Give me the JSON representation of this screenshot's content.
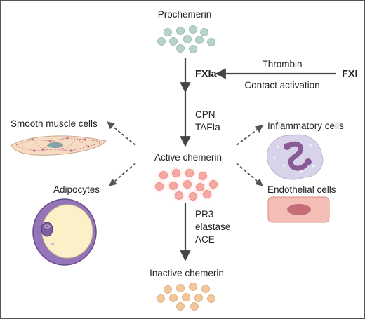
{
  "colors": {
    "prochemerin_fill": "#b7d3cc",
    "active_fill": "#f7a9a4",
    "active_glow": "#f9d2cf",
    "inactive_fill": "#f2c79b",
    "arrow": "#444444",
    "smooth_muscle_cell": "#f5dcc2",
    "adipocyte_membrane": "#8e6bb0",
    "adipocyte_lipid": "#fbf0c8",
    "inflammatory_cell": "#d9d3ea",
    "inflammatory_nucleus": "#8a5a98",
    "endothelial_cell": "#f4bdb6",
    "endothelial_nucleus": "#c66b78"
  },
  "icons": {
    "prochemerin": "molecule-cluster-icon",
    "active_chemerin": "molecule-cluster-icon",
    "inactive_chemerin": "molecule-cluster-icon",
    "smooth_muscle": "smooth-muscle-cell-icon",
    "adipocyte": "adipocyte-icon",
    "inflammatory": "neutrophil-icon",
    "endothelial": "endothelial-cell-icon"
  },
  "labels": {
    "prochemerin": "Prochemerin",
    "fxla": "FXIa",
    "fxl": "FXI",
    "thrombin": "Thrombin",
    "contact_activation": "Contact activation",
    "cpn": "CPN",
    "tafla": "TAFIa",
    "active_chemerin": "Active chemerin",
    "smooth_muscle_cells": "Smooth muscle cells",
    "adipocytes": "Adipocytes",
    "inflammatory_cells": "Inflammatory cells",
    "endothelial_cells": "Endothelial cells",
    "pr3": "PR3",
    "elastase": "elastase",
    "ace": "ACE",
    "inactive_chemerin": "Inactive chemerin"
  }
}
